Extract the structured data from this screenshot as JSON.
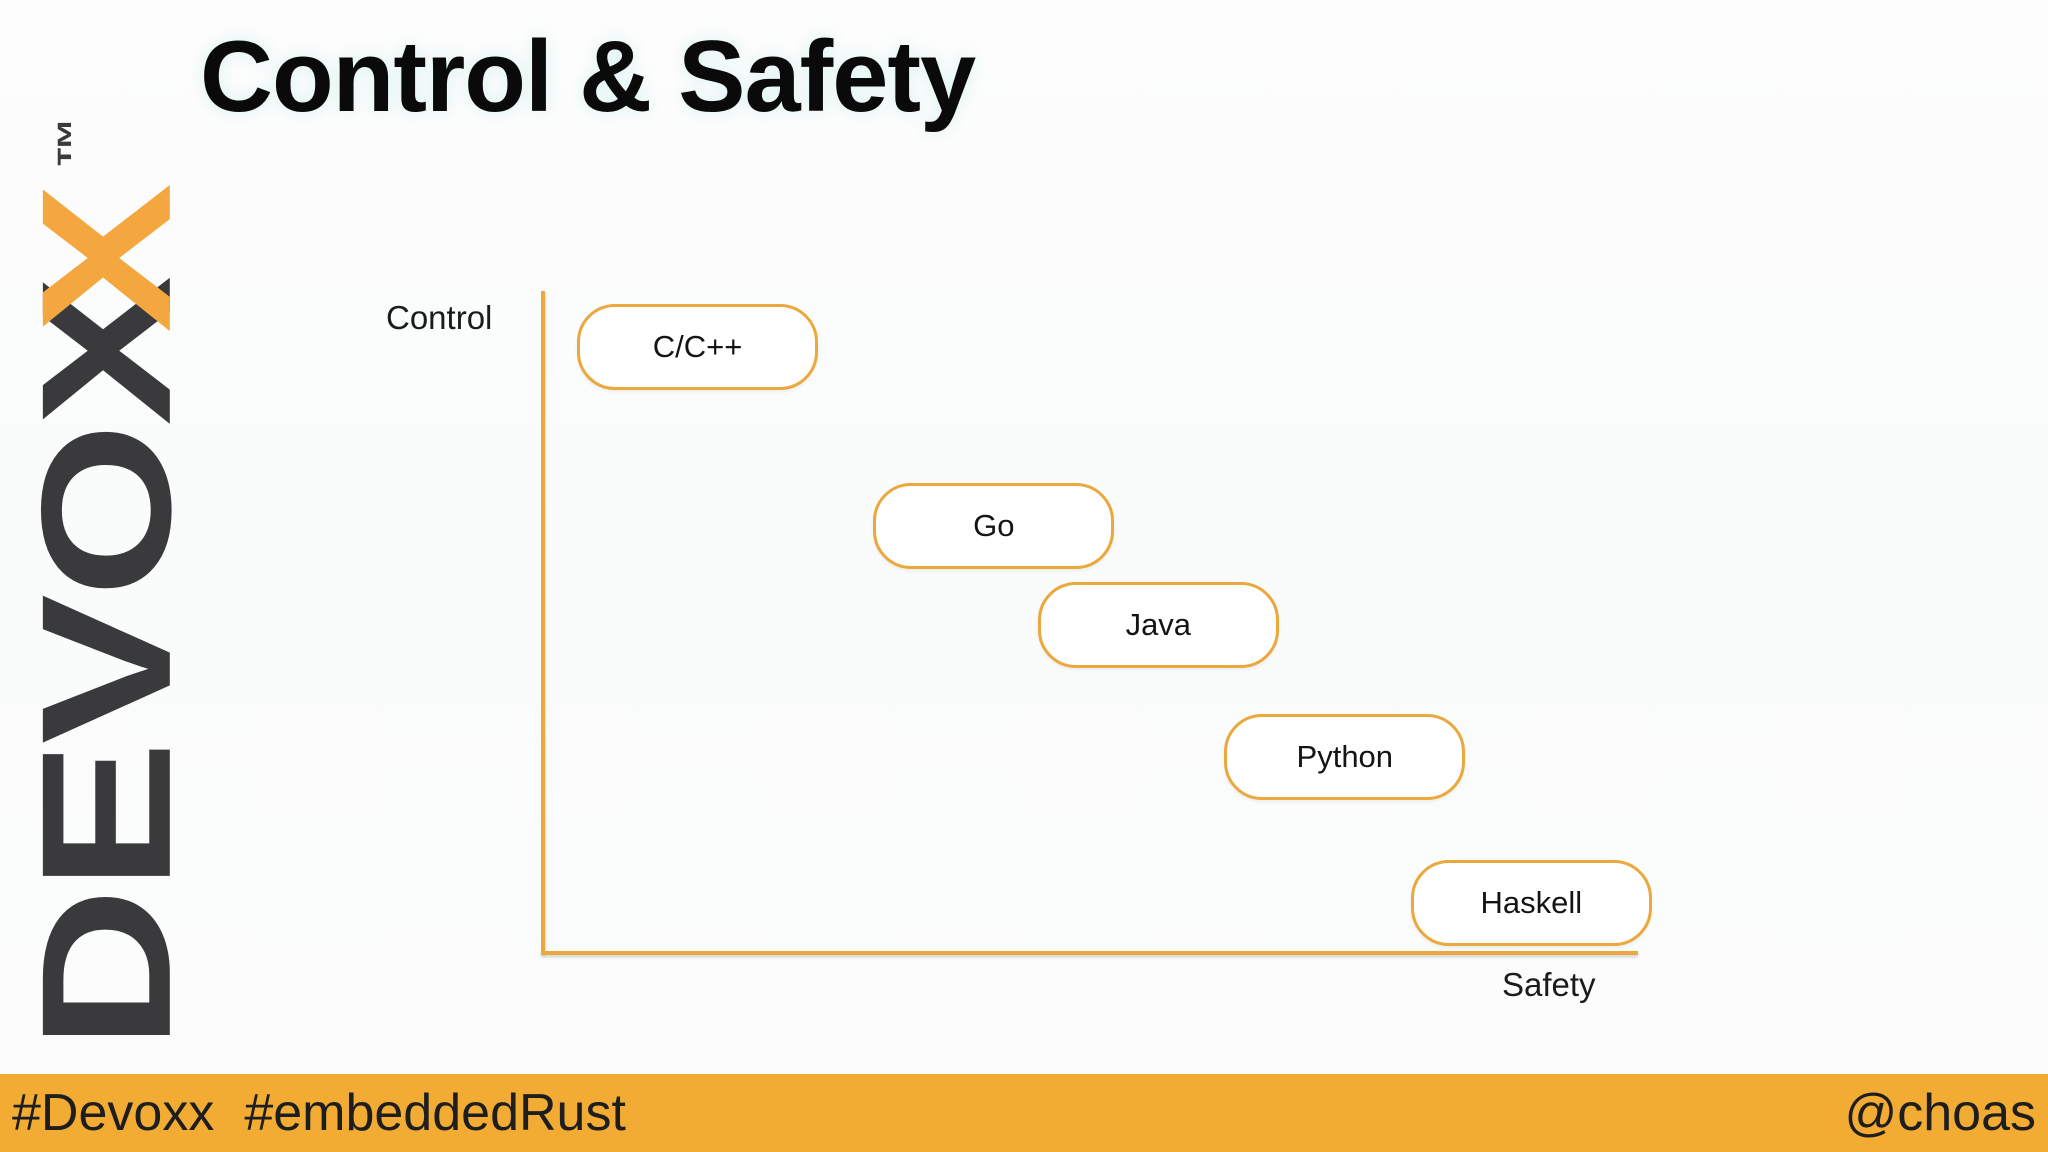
{
  "slide": {
    "title": "Control & Safety",
    "logo": {
      "word_prefix": "DEVO",
      "x_dark": "X",
      "x_orange": "X",
      "trademark": "™",
      "color_dark": "#3A3A3C",
      "color_orange": "#F4A73E"
    },
    "footer": {
      "tag1": "#Devoxx",
      "tag2": "#embeddedRust",
      "handle": "@choas",
      "bar_color": "#F2AC34"
    }
  },
  "chart_data": {
    "type": "scatter",
    "title": "Control & Safety",
    "xlabel": "Safety",
    "ylabel": "Control",
    "x_range": [
      0,
      1
    ],
    "y_range": [
      0,
      1
    ],
    "grid": false,
    "legend": false,
    "accent_color": "#EBA83C",
    "point_style": "rounded-pill-label",
    "points": [
      {
        "label": "C/C++",
        "x": 0.14,
        "y": 0.92
      },
      {
        "label": "Go",
        "x": 0.41,
        "y": 0.65
      },
      {
        "label": "Java",
        "x": 0.56,
        "y": 0.5
      },
      {
        "label": "Python",
        "x": 0.73,
        "y": 0.3
      },
      {
        "label": "Haskell",
        "x": 0.9,
        "y": 0.08
      }
    ]
  }
}
